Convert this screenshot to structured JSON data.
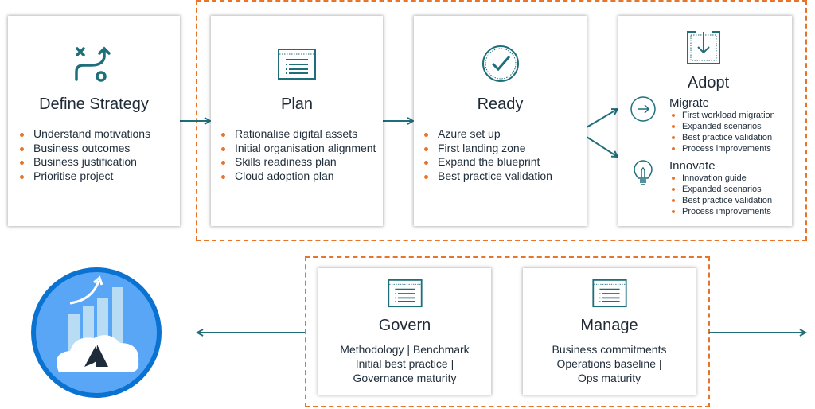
{
  "colors": {
    "accent": "#e8742a",
    "teal": "#1f6f7a",
    "text": "#1e2a36"
  },
  "define_strategy": {
    "icon": "strategy-path-icon",
    "title": "Define Strategy",
    "items": [
      "Understand motivations",
      "Business outcomes",
      "Business justification",
      "Prioritise project"
    ]
  },
  "plan": {
    "icon": "document-list-icon",
    "title": "Plan",
    "items": [
      "Rationalise digital assets",
      "Initial organisation alignment",
      "Skills readiness plan",
      "Cloud adoption plan"
    ]
  },
  "ready": {
    "icon": "checkmark-circle-icon",
    "title": "Ready",
    "items": [
      "Azure set up",
      "First landing zone",
      "Expand the blueprint",
      "Best practice validation"
    ]
  },
  "adopt": {
    "icon": "download-box-icon",
    "title": "Adopt",
    "migrate": {
      "icon": "arrow-circle-icon",
      "title": "Migrate",
      "items": [
        "First workload migration",
        "Expanded scenarios",
        "Best practice validation",
        "Process improvements"
      ]
    },
    "innovate": {
      "icon": "lightbulb-icon",
      "title": "Innovate",
      "items": [
        "Innovation guide",
        "Expanded scenarios",
        "Best practice validation",
        "Process improvements"
      ]
    }
  },
  "govern": {
    "icon": "document-list-icon",
    "title": "Govern",
    "lines": [
      "Methodology | Benchmark",
      "Initial best practice |",
      "Governance maturity"
    ]
  },
  "manage": {
    "icon": "document-list-icon",
    "title": "Manage",
    "lines": [
      "Business commitments",
      "Operations baseline |",
      "Ops maturity"
    ]
  },
  "logo": {
    "icon": "azure-cloud-growth-logo"
  }
}
